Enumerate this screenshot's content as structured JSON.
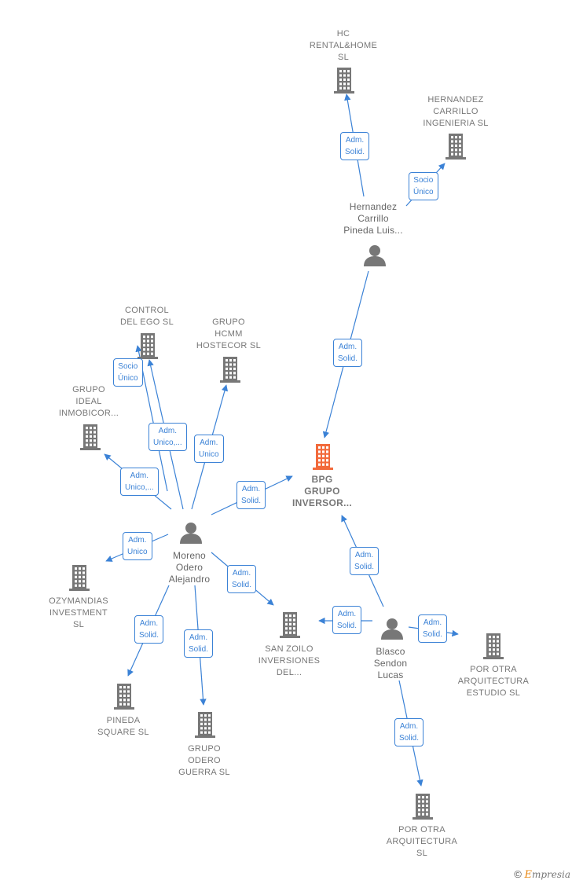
{
  "colors": {
    "edge": "#3b82d6",
    "node": "#777777",
    "main_node": "#f26a3b",
    "badge_text": "#3b82d6"
  },
  "companies": [
    {
      "id": "hc",
      "icon": "building-icon",
      "lines": [
        "HC",
        "RENTAL&HOME",
        "SL"
      ]
    },
    {
      "id": "hernandez",
      "icon": "building-icon",
      "lines": [
        "HERNANDEZ",
        "CARRILLO",
        "INGENIERIA SL"
      ]
    },
    {
      "id": "control",
      "icon": "building-icon",
      "lines": [
        "CONTROL",
        "DEL EGO  SL"
      ]
    },
    {
      "id": "hcmm",
      "icon": "building-icon",
      "lines": [
        "GRUPO",
        "HCMM",
        "HOSTECOR  SL"
      ]
    },
    {
      "id": "ideal",
      "icon": "building-icon",
      "lines": [
        "GRUPO",
        "IDEAL",
        "INMOBICOR..."
      ]
    },
    {
      "id": "bpg",
      "icon": "building-icon",
      "main": true,
      "lines": [
        "BPG",
        "GRUPO",
        "INVERSOR..."
      ]
    },
    {
      "id": "ozy",
      "icon": "building-icon",
      "lines": [
        "OZYMANDIAS",
        "INVESTMENT",
        "SL"
      ]
    },
    {
      "id": "sanzoilo",
      "icon": "building-icon",
      "lines": [
        "SAN ZOILO",
        "INVERSIONES",
        "DEL..."
      ]
    },
    {
      "id": "porotra_estudio",
      "icon": "building-icon",
      "lines": [
        "POR OTRA",
        "ARQUITECTURA",
        "ESTUDIO  SL"
      ]
    },
    {
      "id": "pineda",
      "icon": "building-icon",
      "lines": [
        "PINEDA",
        "SQUARE  SL"
      ]
    },
    {
      "id": "odero",
      "icon": "building-icon",
      "lines": [
        "GRUPO",
        "ODERO",
        "GUERRA  SL"
      ]
    },
    {
      "id": "porotra",
      "icon": "building-icon",
      "lines": [
        "POR OTRA",
        "ARQUITECTURA",
        "SL"
      ]
    }
  ],
  "persons": [
    {
      "id": "hernandez_p",
      "icon": "person-icon",
      "lines": [
        "Hernandez",
        "Carrillo",
        "Pineda Luis..."
      ]
    },
    {
      "id": "moreno",
      "icon": "person-icon",
      "lines": [
        "Moreno",
        "Odero",
        "Alejandro"
      ]
    },
    {
      "id": "blasco",
      "icon": "person-icon",
      "lines": [
        "Blasco",
        "Sendon",
        "Lucas"
      ]
    }
  ],
  "relations": [
    {
      "from": "hernandez_p",
      "to": "hc",
      "lines": [
        "Adm.",
        "Solid."
      ]
    },
    {
      "from": "hernandez_p",
      "to": "hernandez",
      "lines": [
        "Socio",
        "Único"
      ]
    },
    {
      "from": "hernandez_p",
      "to": "bpg",
      "lines": [
        "Adm.",
        "Solid."
      ]
    },
    {
      "from": "moreno",
      "to": "control",
      "lines": [
        "Socio",
        "Único"
      ]
    },
    {
      "from": "moreno",
      "to": "control",
      "lines": [
        "Adm.",
        "Unico,..."
      ]
    },
    {
      "from": "moreno",
      "to": "hcmm",
      "lines": [
        "Adm.",
        "Unico"
      ]
    },
    {
      "from": "moreno",
      "to": "ideal",
      "lines": [
        "Adm.",
        "Unico,..."
      ]
    },
    {
      "from": "moreno",
      "to": "bpg",
      "lines": [
        "Adm.",
        "Solid."
      ]
    },
    {
      "from": "moreno",
      "to": "ozy",
      "lines": [
        "Adm.",
        "Unico"
      ]
    },
    {
      "from": "moreno",
      "to": "sanzoilo",
      "lines": [
        "Adm.",
        "Solid."
      ]
    },
    {
      "from": "moreno",
      "to": "pineda",
      "lines": [
        "Adm.",
        "Solid."
      ]
    },
    {
      "from": "moreno",
      "to": "odero",
      "lines": [
        "Adm.",
        "Solid."
      ]
    },
    {
      "from": "blasco",
      "to": "bpg",
      "lines": [
        "Adm.",
        "Solid."
      ]
    },
    {
      "from": "blasco",
      "to": "sanzoilo",
      "lines": [
        "Adm.",
        "Solid."
      ]
    },
    {
      "from": "blasco",
      "to": "porotra_estudio",
      "lines": [
        "Adm.",
        "Solid."
      ]
    },
    {
      "from": "blasco",
      "to": "porotra",
      "lines": [
        "Adm.",
        "Solid."
      ]
    }
  ],
  "brand": {
    "symbol": "©",
    "initial": "E",
    "rest": "mpresia"
  }
}
